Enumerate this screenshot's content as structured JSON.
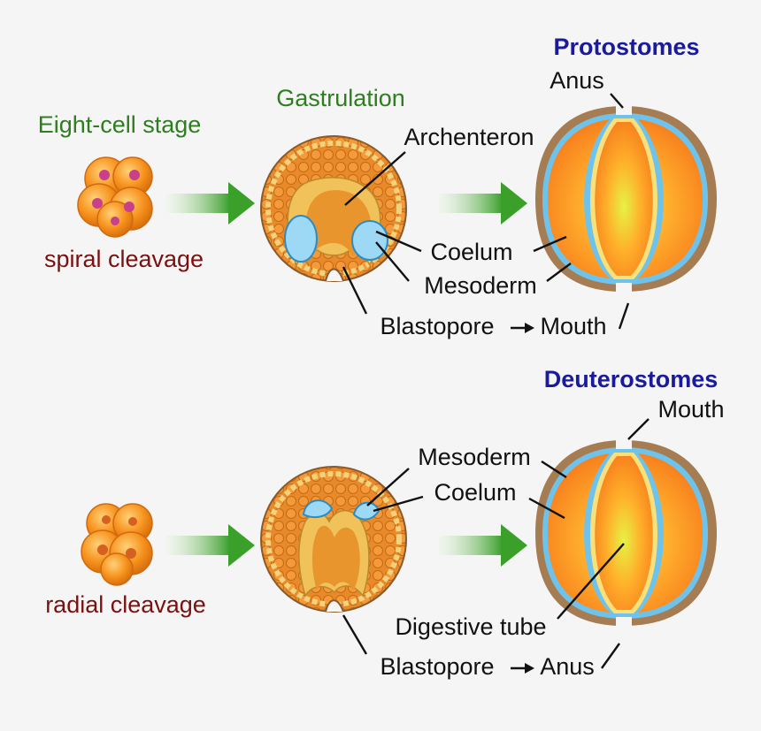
{
  "stage_label": "Eight-cell stage",
  "gastrulation_label": "Gastrulation",
  "protostomes": {
    "title": "Protostomes",
    "cleavage": "spiral cleavage",
    "anus": "Anus",
    "archenteron": "Archenteron",
    "coelum": "Coelum",
    "mesoderm": "Mesoderm",
    "blastopore": "Blastopore",
    "mouth": "Mouth"
  },
  "deuterostomes": {
    "title": "Deuterostomes",
    "cleavage": "radial cleavage",
    "mouth": "Mouth",
    "mesoderm": "Mesoderm",
    "coelum": "Coelum",
    "digestive_tube": "Digestive tube",
    "blastopore": "Blastopore",
    "anus": "Anus"
  },
  "colors": {
    "background": "#f5f5f5",
    "embryo_orange": "#f7931e",
    "mesoderm_blue": "#5bc0eb",
    "arrow_green": "#3aa02a",
    "title_blue": "#1a1a9c",
    "stage_green": "#2e7d1f",
    "cleavage_red": "#7a1010"
  }
}
